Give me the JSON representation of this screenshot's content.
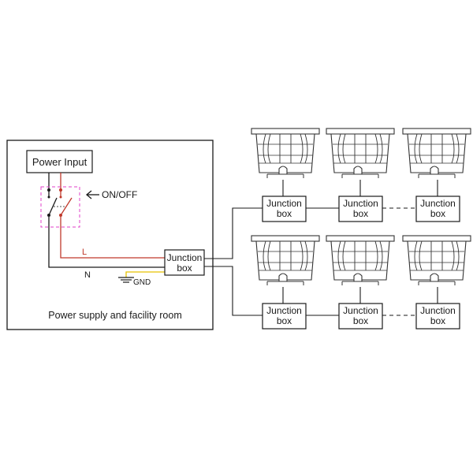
{
  "room": {
    "caption": "Power supply and facility room",
    "power_input_label": "Power Input",
    "switch_label": "ON/OFF",
    "live_label": "L",
    "neutral_label": "N",
    "ground_label": "GND",
    "junction_line1": "Junction",
    "junction_line2": "box"
  },
  "field": {
    "junction_line1": "Junction",
    "junction_line2": "box",
    "top_row_count": 3,
    "bottom_row_count": 3
  },
  "colors": {
    "line": "#1a1a1a",
    "live_wire": "#c0392b",
    "ground_wire": "#e6c200",
    "switch_outline": "#e040c8",
    "fixture_stroke": "#333333"
  },
  "icons": {
    "switch": "dpst-switch-icon",
    "ground": "ground-symbol-icon",
    "arrow": "arrow-left-icon",
    "fixture": "inground-light-fixture-icon"
  }
}
